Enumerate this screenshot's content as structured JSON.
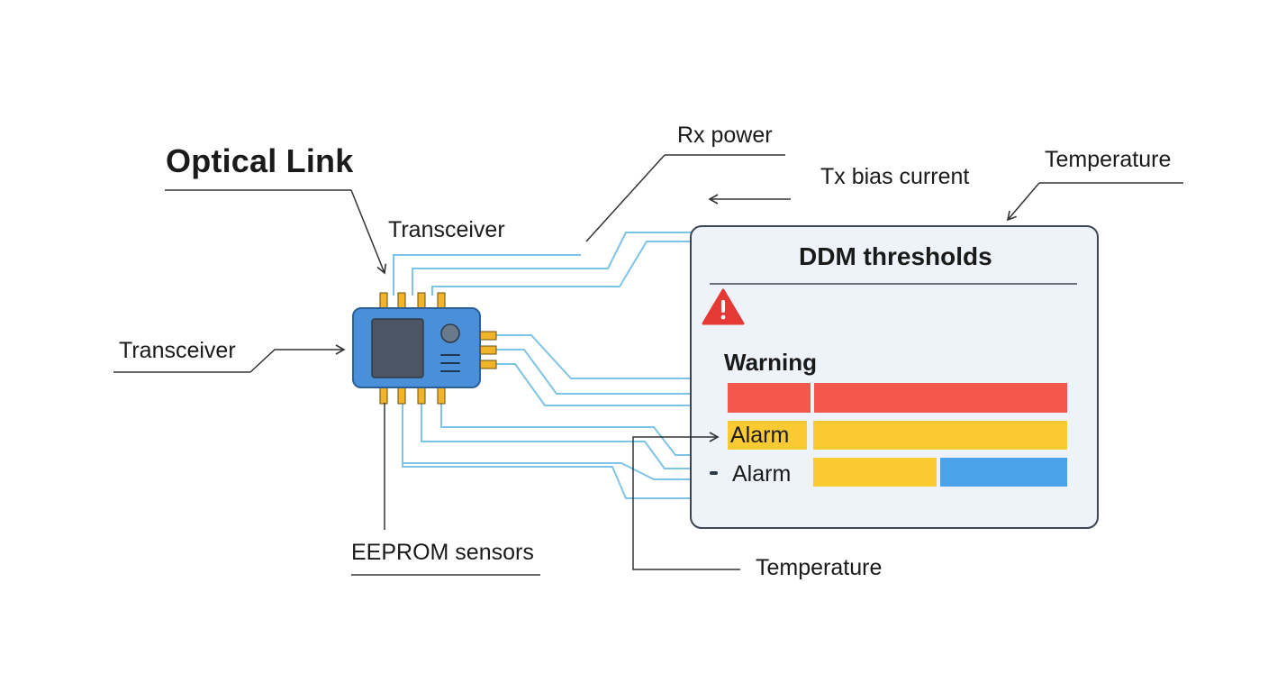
{
  "diagram": {
    "title": "Optical Link",
    "labels": {
      "transceiver_top": "Transceiver",
      "transceiver_left": "Transceiver",
      "eeprom_sensors": "EEPROM sensors",
      "rx_power": "Rx power",
      "tx_bias_current": "Tx bias current",
      "temperature_top": "Temperature",
      "temperature_bottom": "Temperature"
    },
    "panel": {
      "title": "DDM thresholds",
      "warning_icon": "warning-triangle-icon",
      "warning_label": "Warning",
      "alarm_label_1": "Alarm",
      "alarm_label_2": "Alarm"
    },
    "colors": {
      "chip_body": "#4a90d9",
      "chip_pin": "#f0b429",
      "wire": "#7ec4e8",
      "panel_bg": "#eef3f9",
      "panel_border": "#3c4654",
      "red": "#f4574b",
      "yellow": "#fbc931",
      "blue": "#4aa3ea",
      "warning_icon": "#e53935"
    }
  }
}
